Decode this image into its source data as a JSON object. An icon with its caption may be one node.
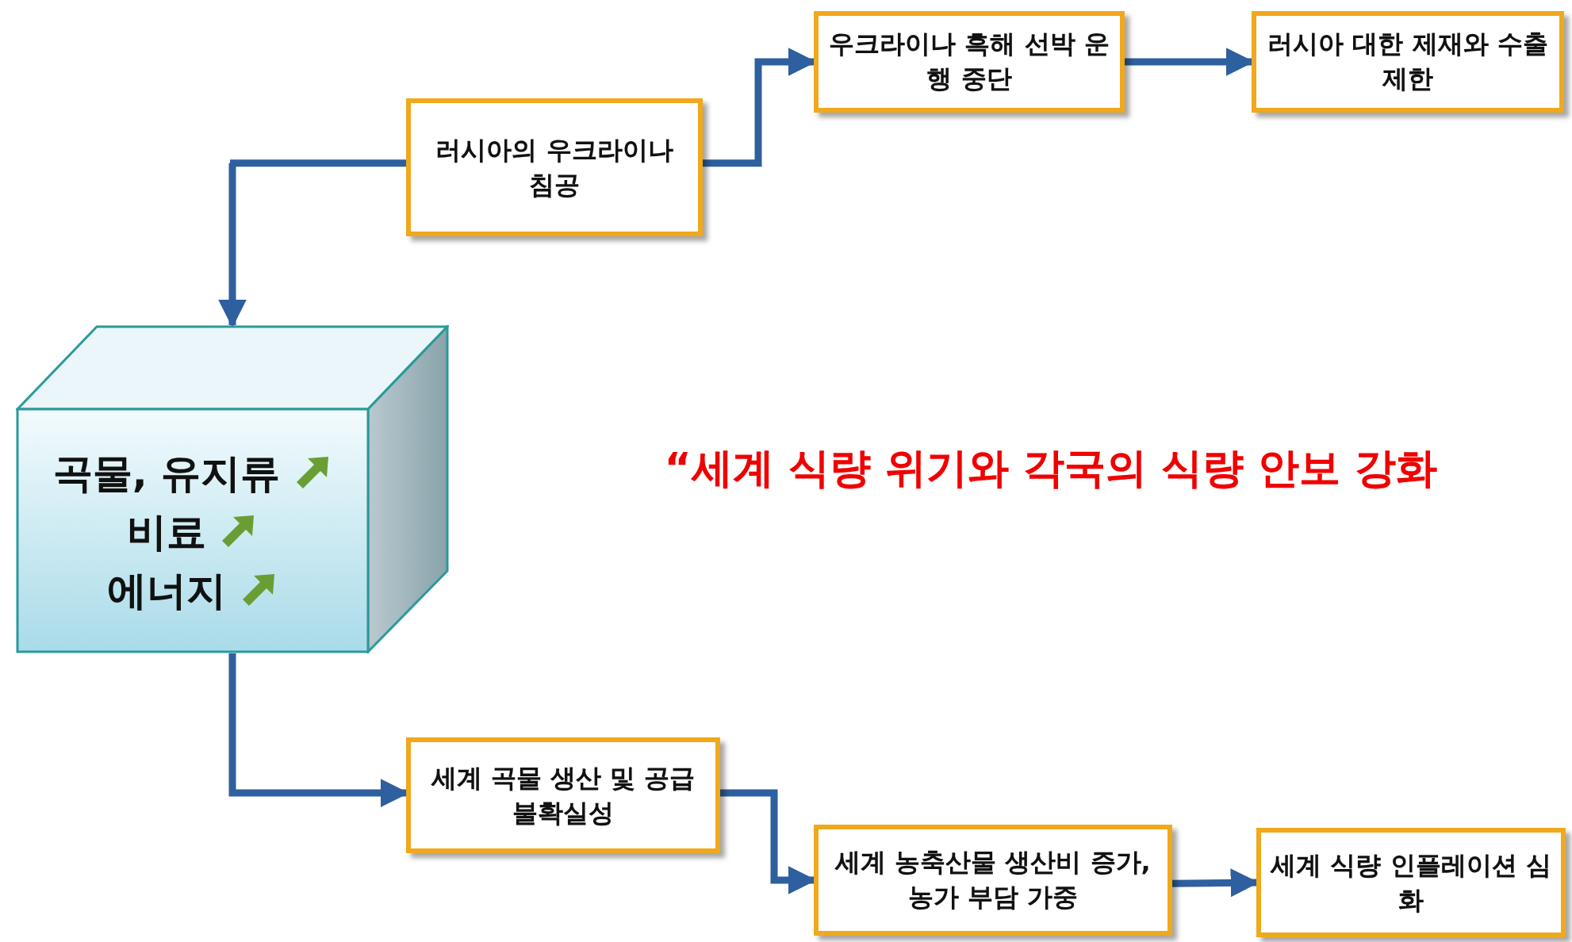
{
  "diagram": {
    "nodes": [
      {
        "text": [
          "러시아의 우크라이나 침공"
        ]
      },
      {
        "text": [
          "우크라이나 흑해 선박 운행 중단"
        ]
      },
      {
        "text": [
          "러시아 대한 제재와 수출 제한"
        ]
      },
      {
        "text": [
          "곡물, 유지류",
          "비료",
          "에너지"
        ]
      },
      {
        "text": [
          "세계 곡물 생산 및 공급 불확실성"
        ]
      },
      {
        "text": [
          "세계 농축산물 생산비 증가, 농가 부담 가중"
        ]
      },
      {
        "text": [
          "세계 식량 인플레이션 심화"
        ]
      }
    ],
    "edges": [
      {
        "from": 0,
        "to": 3,
        "arrow": "to"
      },
      {
        "from": 0,
        "to": 1,
        "arrow": "to"
      },
      {
        "from": 1,
        "to": 2,
        "arrow": "to"
      },
      {
        "from": 3,
        "to": 4,
        "arrow": "to"
      },
      {
        "from": 4,
        "to": 5,
        "arrow": "to"
      },
      {
        "from": 5,
        "to": 6,
        "arrow": "to"
      }
    ],
    "labels": [
      "“세계 식량 위기와 각국의 식량 안보 강화"
    ]
  }
}
